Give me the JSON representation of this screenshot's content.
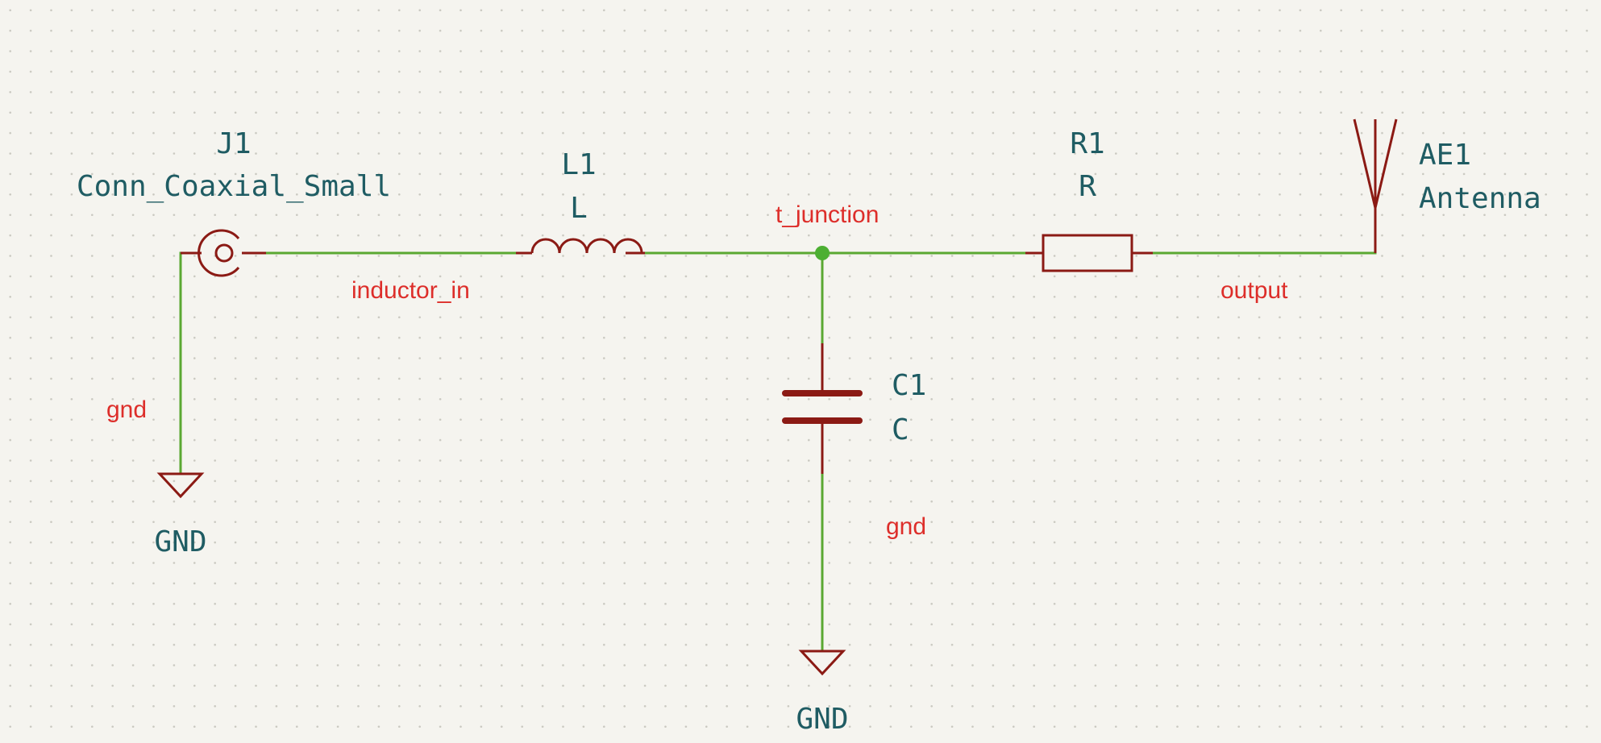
{
  "components": {
    "j1": {
      "ref": "J1",
      "value": "Conn_Coaxial_Small",
      "icon": "coax-connector-icon"
    },
    "l1": {
      "ref": "L1",
      "value": "L",
      "icon": "inductor-icon"
    },
    "c1": {
      "ref": "C1",
      "value": "C",
      "icon": "capacitor-icon"
    },
    "r1": {
      "ref": "R1",
      "value": "R",
      "icon": "resistor-icon"
    },
    "ae1": {
      "ref": "AE1",
      "value": "Antenna",
      "icon": "antenna-icon"
    },
    "gnd_left": {
      "label": "GND",
      "icon": "ground-icon"
    },
    "gnd_mid": {
      "label": "GND",
      "icon": "ground-icon"
    }
  },
  "nets": {
    "inductor_in": "inductor_in",
    "t_junction": "t_junction",
    "output": "output",
    "gnd_left": "gnd",
    "gnd_mid": "gnd"
  },
  "colors": {
    "background": "#f5f4ef",
    "wire": "#5aa832",
    "symbol": "#8b1a14",
    "reference_text": "#1f5c63",
    "net_label": "#dd2e2a",
    "grid_dot": "#c9c8c0"
  }
}
